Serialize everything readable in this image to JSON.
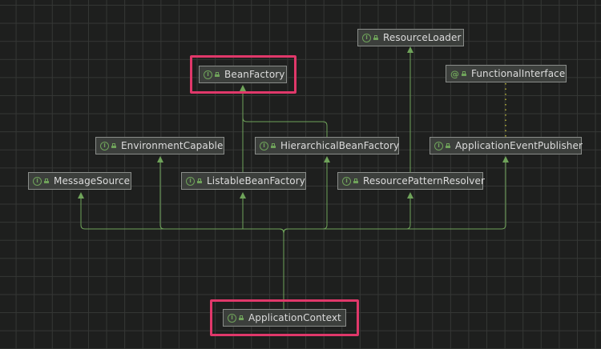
{
  "colors": {
    "background": "#1e1f1e",
    "grid": "#353735",
    "node_fill": "#3c3f3c",
    "node_border": "#8a8d8a",
    "icon": "#6fa35a",
    "edge": "#6fa35a",
    "highlight": "#e0386a"
  },
  "nodes": {
    "resource_loader": {
      "label": "ResourceLoader",
      "icon": "interface-icon"
    },
    "bean_factory": {
      "label": "BeanFactory",
      "icon": "interface-icon"
    },
    "functional_interface": {
      "label": "FunctionalInterface",
      "icon": "annotation-icon"
    },
    "environment_capable": {
      "label": "EnvironmentCapable",
      "icon": "interface-icon"
    },
    "hierarchical_bean_factory": {
      "label": "HierarchicalBeanFactory",
      "icon": "interface-icon"
    },
    "application_event_publisher": {
      "label": "ApplicationEventPublisher",
      "icon": "interface-icon"
    },
    "message_source": {
      "label": "MessageSource",
      "icon": "interface-icon"
    },
    "listable_bean_factory": {
      "label": "ListableBeanFactory",
      "icon": "interface-icon"
    },
    "resource_pattern_resolver": {
      "label": "ResourcePatternResolver",
      "icon": "interface-icon"
    },
    "application_context": {
      "label": "ApplicationContext",
      "icon": "interface-icon"
    }
  },
  "icon_glyphs": {
    "interface": "I",
    "annotation": "@"
  },
  "highlighted_nodes": [
    "bean_factory",
    "application_context"
  ]
}
